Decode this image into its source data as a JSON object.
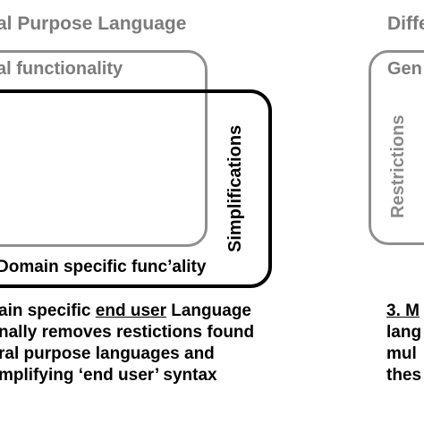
{
  "left_panel": {
    "heading": "al Purpose Language",
    "gray_box_label": "al functionality",
    "vertical_label": "Simplifications",
    "inner_box_label": "Domain specific func’ality",
    "caption": {
      "line1_pre": "ain specific ",
      "line1_underlined": "end user",
      "line1_post": " Language",
      "line2": "nally removes restictions found",
      "line3": "ral purpose languages and",
      "line4": "mplifying ‘end user’ syntax"
    }
  },
  "right_panel": {
    "heading": "Diffe",
    "gray_box_label": "Gen",
    "vertical_label": "Restrictions",
    "caption": {
      "line1_prefix": "3. M",
      "line2": "lang",
      "line3": "mul",
      "line4": "thes"
    }
  },
  "colors": {
    "gray_text": "#7b7b7b",
    "gray_border": "#8f8f8f",
    "black": "#000000"
  }
}
